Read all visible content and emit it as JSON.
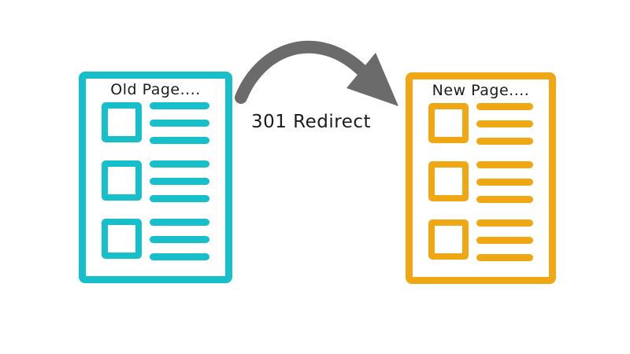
{
  "diagram": {
    "label": "301 Redirect",
    "arrow_color": "#6B6B6B",
    "text_color": "#1C1C1C",
    "background": "#FFFFFF"
  },
  "pages": {
    "old": {
      "title": "Old Page....",
      "color": "#16BFCA",
      "rows": 3,
      "bars_per_row": 3
    },
    "new": {
      "title": "New Page....",
      "color": "#EFA713",
      "rows": 3,
      "bars_per_row": 3
    }
  }
}
